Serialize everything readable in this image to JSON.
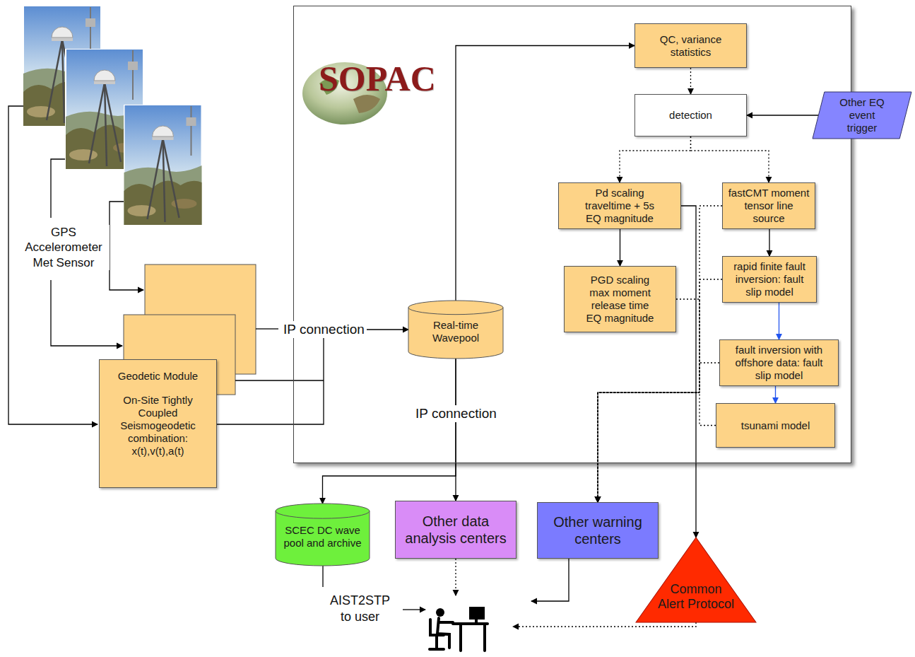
{
  "diagram": {
    "nodes": [
      {
        "text": [
          "Geodetic Module",
          "On-Site Tightly Coupled Seismogeodetic combination: x(t),v(t),a(t)"
        ]
      },
      {
        "text": [
          "SOPAC"
        ]
      },
      {
        "text": [
          "Real-time Wavepool"
        ],
        "in": 1
      },
      {
        "text": [
          "QC, variance statistics"
        ],
        "in": 1
      },
      {
        "text": [
          "detection"
        ],
        "in": 1
      },
      {
        "text": [
          "Other EQ event trigger"
        ]
      },
      {
        "text": [
          "Pd scaling traveltime + 5s EQ magnitude"
        ],
        "in": 1
      },
      {
        "text": [
          "fastCMT moment tensor line source"
        ],
        "in": 1
      },
      {
        "text": [
          "PGD scaling max moment release time EQ magnitude"
        ],
        "in": 1
      },
      {
        "text": [
          "rapid finite fault inversion: fault slip model"
        ],
        "in": 1
      },
      {
        "text": [
          "fault inversion with offshore data: fault slip model"
        ],
        "in": 1
      },
      {
        "text": [
          "tsunami model"
        ],
        "in": 1
      },
      {
        "text": [
          "SCEC DC wave pool and archive"
        ]
      },
      {
        "text": [
          "Other data analysis centers"
        ]
      },
      {
        "text": [
          "Other warning centers"
        ]
      },
      {
        "text": [
          "Common Alert Protocol"
        ]
      }
    ],
    "edges": [
      {
        "from": 0,
        "to": 2,
        "label": "IP connection",
        "arrow": "to"
      },
      {
        "from": 2,
        "to": 3,
        "arrow": "to"
      },
      {
        "from": 3,
        "to": 4,
        "arrow": "to"
      },
      {
        "from": 5,
        "to": 4,
        "arrow": "to"
      },
      {
        "from": 4,
        "to": 6,
        "arrow": "to"
      },
      {
        "from": 4,
        "to": 7,
        "arrow": "to"
      },
      {
        "from": 6,
        "to": 8,
        "arrow": "to"
      },
      {
        "from": 7,
        "to": 9,
        "arrow": "to"
      },
      {
        "from": 9,
        "to": 10,
        "arrow": "to"
      },
      {
        "from": 10,
        "to": 11,
        "arrow": "to"
      },
      {
        "from": 6,
        "to": 15,
        "arrow": "to"
      },
      {
        "from": 7,
        "to": 14,
        "arrow": "to"
      },
      {
        "from": 8,
        "to": 14,
        "arrow": "to"
      },
      {
        "from": 9,
        "to": 14,
        "arrow": "to"
      },
      {
        "from": 10,
        "to": 14,
        "arrow": "to"
      },
      {
        "from": 11,
        "to": 14,
        "arrow": "to"
      },
      {
        "from": 2,
        "to": 12,
        "arrow": "to"
      },
      {
        "from": 2,
        "to": 13,
        "label": "IP connection",
        "arrow": "to"
      }
    ],
    "labels": [
      "GPS Accelerometer Met Sensor",
      "AIST2STP to user"
    ]
  }
}
